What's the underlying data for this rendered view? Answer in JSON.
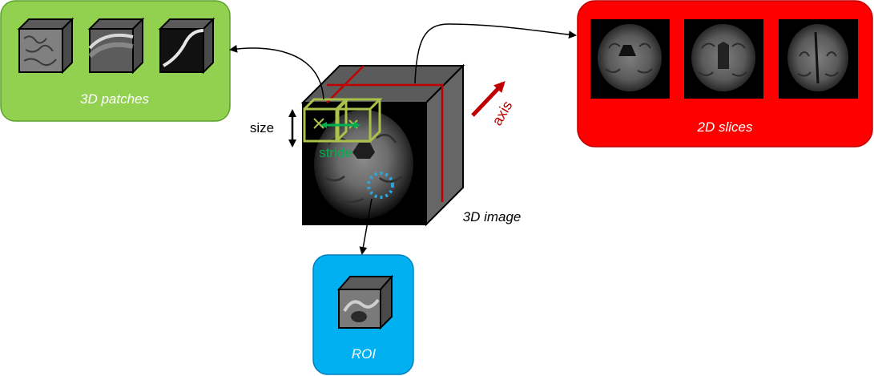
{
  "patches_box": {
    "label": "3D patches",
    "color": "#92d050"
  },
  "slices_box": {
    "label": "2D slices",
    "color": "#ff0000"
  },
  "roi_box": {
    "label": "ROI",
    "color": "#00b0f0"
  },
  "main_image": {
    "label": "3D image"
  },
  "size_label": "size",
  "stride_label": "stride",
  "axis_label": "axis",
  "colors": {
    "axis": "#c00000",
    "stride": "#00b050",
    "patch_outline": "#a9c24a",
    "roi_dots": "#29a8e0"
  }
}
